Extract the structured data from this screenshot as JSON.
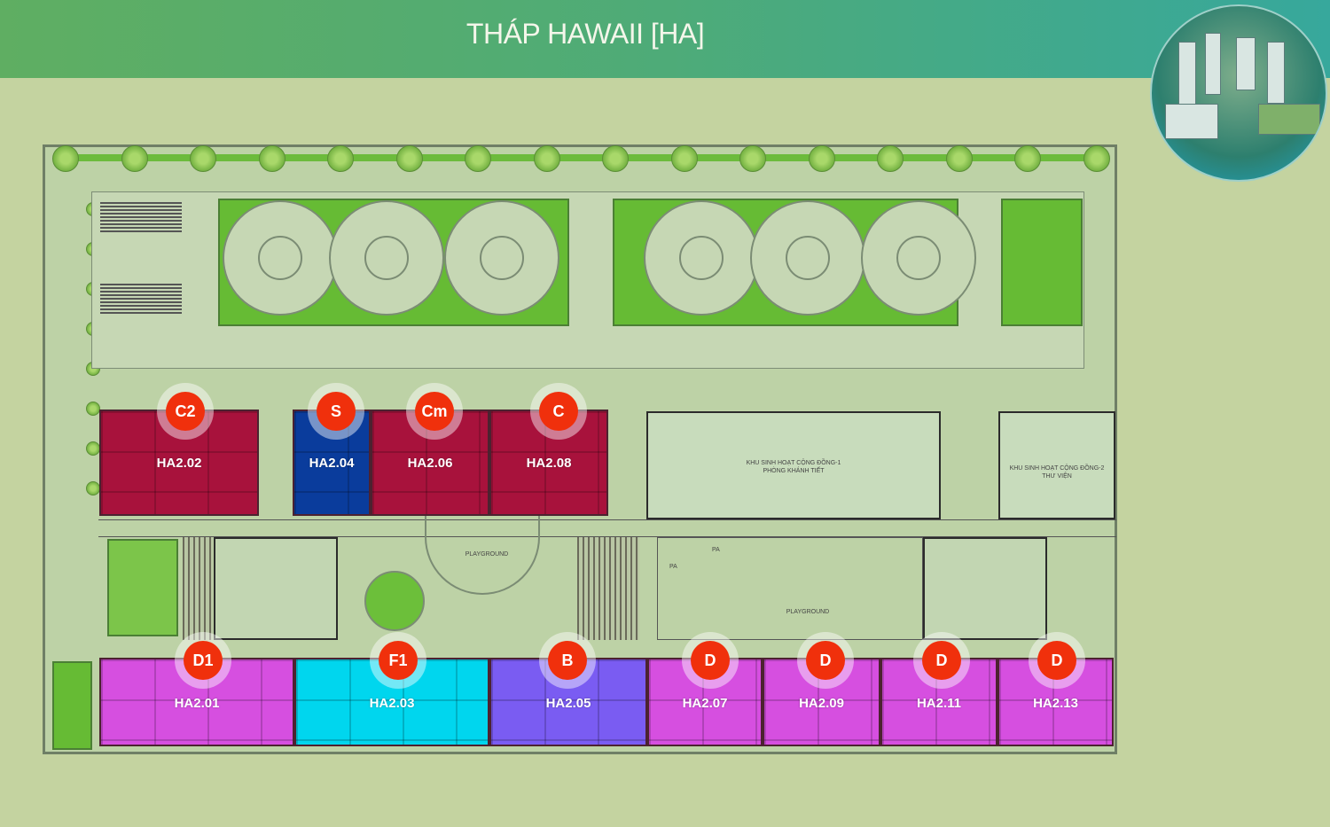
{
  "header": {
    "title": "THÁP HAWAII [HA]"
  },
  "colors": {
    "C": "#a8123c",
    "S": "#0a3c9c",
    "D": "#d64fe0",
    "F1": "#00d6ee",
    "B": "#7a5cf2",
    "badge": "#f0300c"
  },
  "amenities": {
    "community1": "KHU SINH HOẠT CỘNG ĐỒNG-1",
    "community1_sub": "PHÒNG KHÁNH TIẾT",
    "community2": "KHU SINH HOẠT CỘNG ĐỒNG-2",
    "community2_sub": "THƯ VIỆN",
    "playground1": "PLAYGROUND",
    "playground2": "PLAYGROUND",
    "pa1": "PA",
    "pa2": "PA"
  },
  "units_top": [
    {
      "code": "HA2.02",
      "type": "C2"
    },
    {
      "code": "HA2.04",
      "type": "S"
    },
    {
      "code": "HA2.06",
      "type": "Cm"
    },
    {
      "code": "HA2.08",
      "type": "C"
    }
  ],
  "units_bottom": [
    {
      "code": "HA2.01",
      "type": "D1"
    },
    {
      "code": "HA2.03",
      "type": "F1"
    },
    {
      "code": "HA2.05",
      "type": "B"
    },
    {
      "code": "HA2.07",
      "type": "D"
    },
    {
      "code": "HA2.09",
      "type": "D"
    },
    {
      "code": "HA2.11",
      "type": "D"
    },
    {
      "code": "HA2.13",
      "type": "D"
    }
  ]
}
